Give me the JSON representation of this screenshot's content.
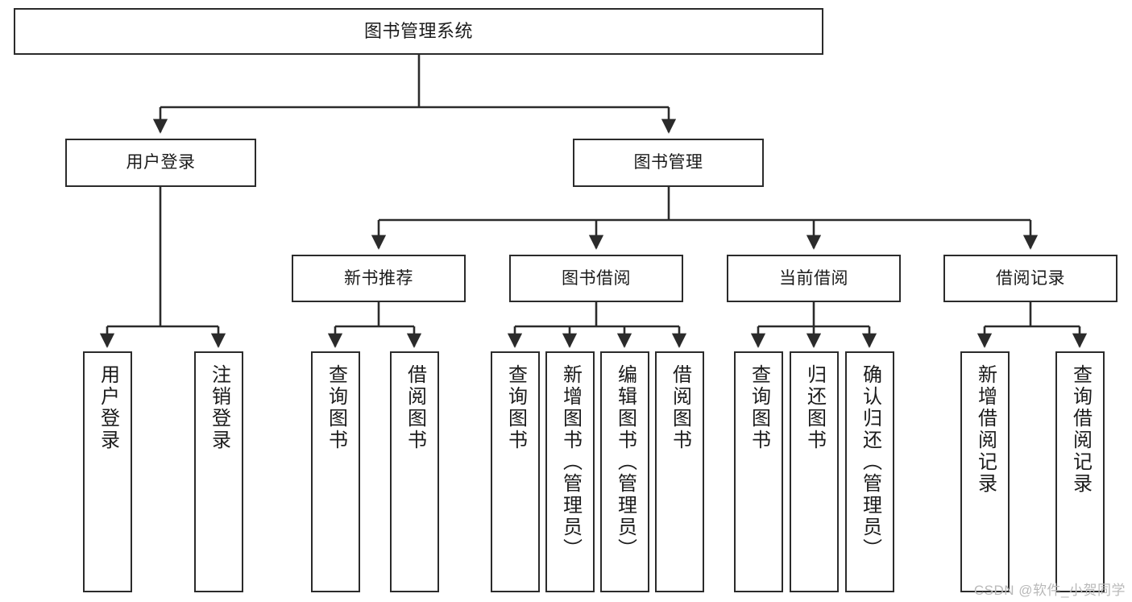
{
  "diagram": {
    "title": "图书管理系统",
    "type": "tree-hierarchy-diagram",
    "watermark": "CSDN @软件_小贺同学",
    "colors": {
      "box_border": "#2b2b2b",
      "box_fill": "#ffffff",
      "connector": "#2b2b2b",
      "background": "#ffffff",
      "watermark": "#b9b9b9"
    },
    "nodes": {
      "root": {
        "label": "图书管理系统"
      },
      "level2": [
        {
          "label": "用户登录"
        },
        {
          "label": "图书管理"
        }
      ],
      "level3": [
        {
          "label": "新书推荐"
        },
        {
          "label": "图书借阅"
        },
        {
          "label": "当前借阅"
        },
        {
          "label": "借阅记录"
        }
      ],
      "leaves": {
        "user_login": [
          {
            "label": "用户登录"
          },
          {
            "label": "注销登录"
          }
        ],
        "new_book_recommend": [
          {
            "label": "查询图书"
          },
          {
            "label": "借阅图书"
          }
        ],
        "book_borrow": [
          {
            "label": "查询图书"
          },
          {
            "label": "新增图书（管理员）"
          },
          {
            "label": "编辑图书（管理员）"
          },
          {
            "label": "借阅图书"
          }
        ],
        "current_borrow": [
          {
            "label": "查询图书"
          },
          {
            "label": "归还图书"
          },
          {
            "label": "确认归还（管理员）"
          }
        ],
        "borrow_record": [
          {
            "label": "新增借阅记录"
          },
          {
            "label": "查询借阅记录"
          }
        ]
      }
    }
  }
}
